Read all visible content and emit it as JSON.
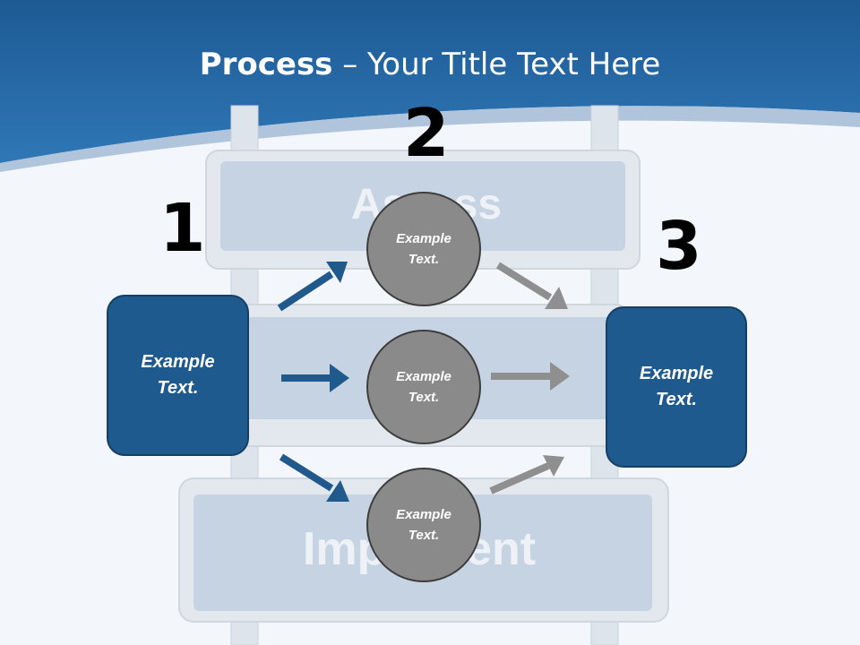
{
  "title": {
    "bold": "Process",
    "rest": " – Your Title Text Here"
  },
  "step_numbers": [
    "1",
    "2",
    "3"
  ],
  "left_box": {
    "text": "Example Text."
  },
  "right_box": {
    "text": "Example Text."
  },
  "circles": [
    {
      "text": "Example Text."
    },
    {
      "text": "Example Text."
    },
    {
      "text": "Example Text."
    }
  ],
  "ladder_signs": [
    "Assess",
    "Implement"
  ],
  "colors": {
    "header": "#2a6ea8",
    "box": "#1f5a8f",
    "circle": "#8a8a8a",
    "arrow_blue": "#205a8c",
    "arrow_gray": "#8f8f8f"
  }
}
